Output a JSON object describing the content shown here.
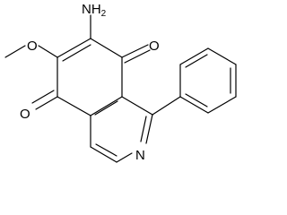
{
  "molecule": {
    "atoms": {
      "amino_group": "NH",
      "amino_subscript": "2",
      "quinone_oxygen_top": "O",
      "quinone_oxygen_bottom": "O",
      "ring_nitrogen": "N"
    },
    "colors": {
      "bond": "#000000",
      "label": "#000000",
      "background": "#ffffff"
    }
  }
}
